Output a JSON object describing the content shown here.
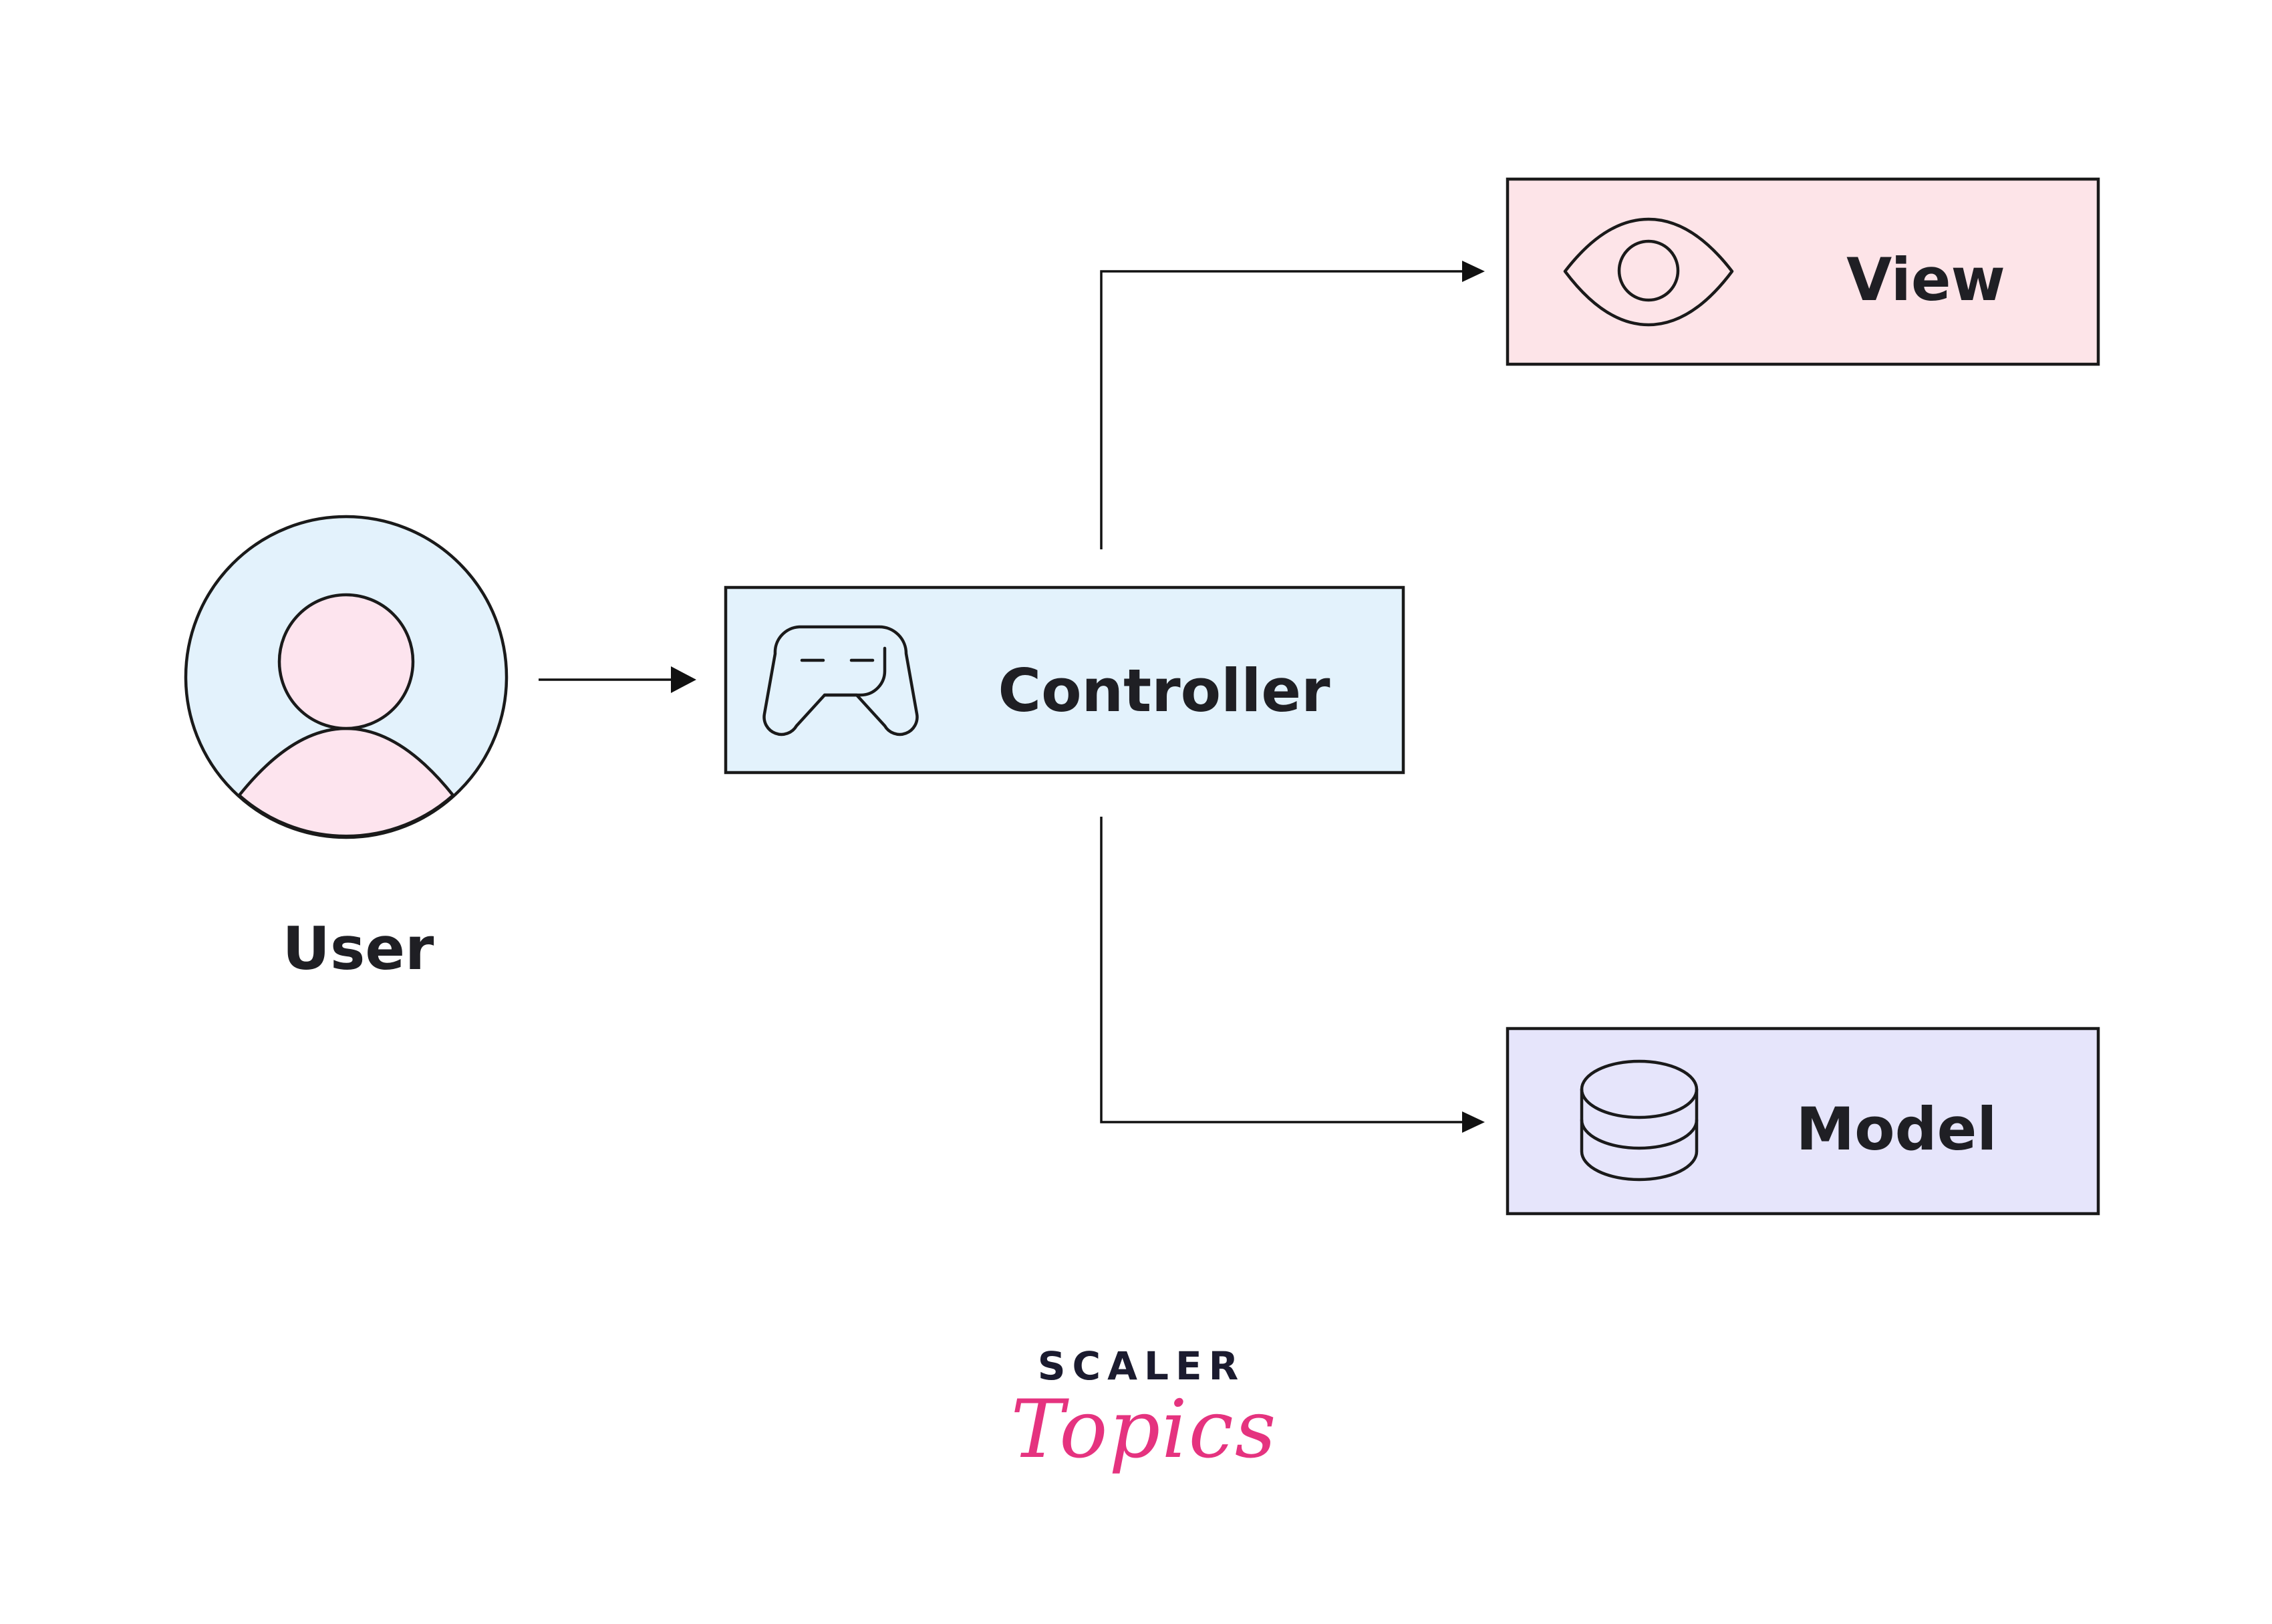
{
  "diagram": {
    "type": "flow",
    "nodes": {
      "user": {
        "label": "User",
        "icon": "user-icon",
        "fill": "#e3f2fc",
        "accent": "#fde4ee"
      },
      "controller": {
        "label": "Controller",
        "icon": "gamepad-icon",
        "fill": "#e3f2fc"
      },
      "view": {
        "label": "View",
        "icon": "eye-icon",
        "fill": "#fde4e8"
      },
      "model": {
        "label": "Model",
        "icon": "database-icon",
        "fill": "#e6e5fb"
      }
    },
    "edges": [
      {
        "from": "User",
        "to": "Controller"
      },
      {
        "from": "Controller",
        "to": "View"
      },
      {
        "from": "Controller",
        "to": "Model"
      }
    ]
  },
  "brand": {
    "line1": "SCALER",
    "line2": "Topics",
    "line1_color": "#1b1b2f",
    "line2_color": "#e5337f"
  }
}
